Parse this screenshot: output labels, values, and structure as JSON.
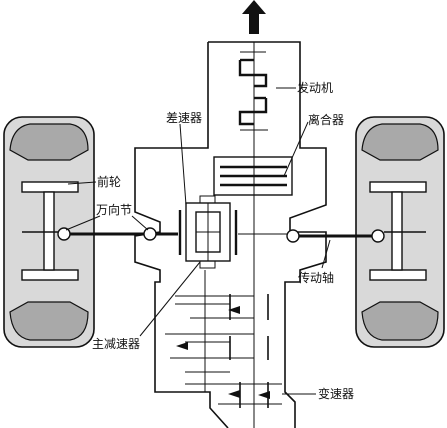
{
  "labels": {
    "engine": "发动机",
    "clutch": "离合器",
    "differential": "差速器",
    "front_wheel": "前轮",
    "universal_joint": "万向节",
    "drive_shaft": "传动轴",
    "final_drive": "主减速器",
    "gearbox": "变速器"
  }
}
